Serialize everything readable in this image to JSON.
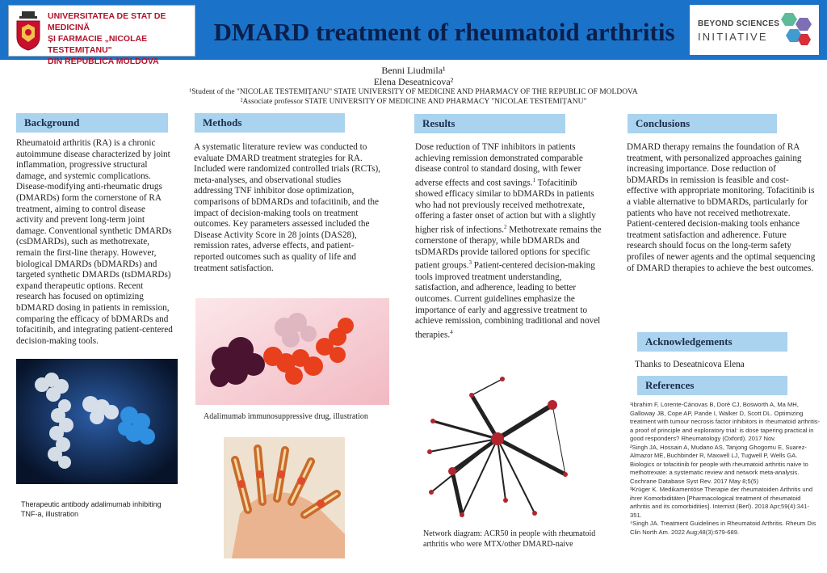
{
  "header": {
    "title": "DMARD treatment of rheumatoid arthritis",
    "university_lines": [
      "UNIVERSITATEA DE STAT DE MEDICINĂ",
      "ȘI FARMACIE „NICOLAE TESTEMIȚANU\"",
      "DIN REPUBLICA MOLDOVA"
    ],
    "partner_line1": "BEYOND SCIENCES",
    "partner_line2": "INITIATIVE",
    "banner_color": "#1a73c9"
  },
  "authors": {
    "author1": "Benni Liudmila¹",
    "author2": "Elena Deseatnicova²",
    "affil1": "¹Student of the \"NICOLAE TESTEMIȚANU\" STATE UNIVERSITY OF MEDICINE AND PHARMACY OF THE REPUBLIC OF MOLDOVA",
    "affil2": "²Associate professor STATE UNIVERSITY OF MEDICINE AND PHARMACY \"NICOLAE TESTEMIȚANU\""
  },
  "background": {
    "heading": "Background",
    "text": "Rheumatoid arthritis (RA) is a chronic autoimmune disease characterized by joint inflammation, progressive structural damage, and systemic complications. Disease-modifying anti-rheumatic drugs (DMARDs) form the cornerstone of RA treatment, aiming to control disease activity and prevent long-term joint damage. Conventional synthetic DMARDs (csDMARDs), such as methotrexate, remain the first-line therapy. However, biological DMARDs (bDMARDs) and targeted synthetic DMARDs (tsDMARDs) expand therapeutic options. Recent research has focused on optimizing bDMARD dosing in patients in remission, comparing the efficacy of bDMARDs and tofacitinib, and integrating patient-centered decision-making tools.",
    "caption": "Therapeutic antibody adalimumab inhibiting TNF-a, illustration"
  },
  "methods": {
    "heading": "Methods",
    "text": "A systematic literature review was conducted to evaluate DMARD treatment strategies for RA. Included were randomized controlled trials (RCTs), meta-analyses, and observational studies addressing TNF inhibitor dose optimization, comparisons of bDMARDs and tofacitinib, and the impact of decision-making tools on treatment outcomes. Key parameters assessed included the Disease Activity Score in 28 joints (DAS28), remission rates, adverse effects, and patient-reported outcomes such as quality of life and treatment satisfaction.",
    "caption": "Adalimumab immunosuppressive drug, illustration"
  },
  "results": {
    "heading": "Results",
    "p1": "Dose reduction of TNF inhibitors in patients achieving remission demonstrated comparable disease control to standard dosing, with fewer adverse effects and cost savings.",
    "p2": " Tofacitinib showed efficacy similar to bDMARDs in patients who had not previously received methotrexate, offering a faster onset of action but with a slightly higher risk of infections.",
    "p3": " Methotrexate remains the cornerstone of therapy, while bDMARDs and tsDMARDs provide tailored options for specific patient groups.",
    "p4": " Patient-centered decision-making tools improved treatment understanding, satisfaction, and adherence, leading to better outcomes. Current guidelines emphasize the importance of early and aggressive treatment to achieve remission, combining traditional and novel therapies.",
    "sup1": "1",
    "sup2": "2",
    "sup3": "3",
    "sup4": "4",
    "caption": "Network diagram: ACR50 in people with rheumatoid arthritis who were MTX/other DMARD-naive"
  },
  "conclusions": {
    "heading": "Conclusions",
    "text": "DMARD therapy remains the foundation of RA treatment, with personalized approaches gaining increasing importance. Dose reduction of bDMARDs in remission is feasible and cost-effective with appropriate monitoring. Tofacitinib is a viable alternative to bDMARDs, particularly for patients who have not received methotrexate. Patient-centered decision-making tools enhance treatment satisfaction and adherence. Future research should focus on the long-term safety profiles of newer agents and the optimal sequencing of DMARD therapies to achieve the best outcomes."
  },
  "acknowledgements": {
    "heading": "Acknowledgements",
    "text": "Thanks to Deseatnicova Elena"
  },
  "references": {
    "heading": "References",
    "items": [
      "¹Ibrahim F, Lorente-Cánovas B, Doré CJ, Bosworth A, Ma MH, Galloway JB, Cope AP, Pande I, Walker D, Scott DL. Optimizing treatment with tumour necrosis factor inhibitors in rheumatoid arthritis-a proof of principle and exploratory trial: is dose tapering practical in good responders? Rheumatology (Oxford). 2017 Nov.",
      "²Singh JA, Hossain A, Mudano AS, Tanjong Ghogomu E, Suarez-Almazor ME, Buchbinder R, Maxwell LJ, Tugwell P, Wells GA. Biologics or tofacitinib for people with rheumatoid arthritis naive to methotrexate: a systematic review and network meta-analysis. Cochrane Database Syst Rev. 2017 May 8;5(5)",
      "³Krüger K. Medikamentöse Therapie der rheumatoiden Arthritis und ihrer Komorbiditäten [Pharmacological treatment of rheumatoid arthritis and its comorbidities]. Internist (Berl). 2018 Apr;59(4):341-351.",
      "⁴Singh JA. Treatment Guidelines in Rheumatoid Arthritis. Rheum Dis Clin North Am. 2022 Aug;48(3):679-689."
    ]
  },
  "colors": {
    "header_box": "#a9d3ef",
    "title_text": "#0c1e4a",
    "university_red": "#b3122a"
  }
}
